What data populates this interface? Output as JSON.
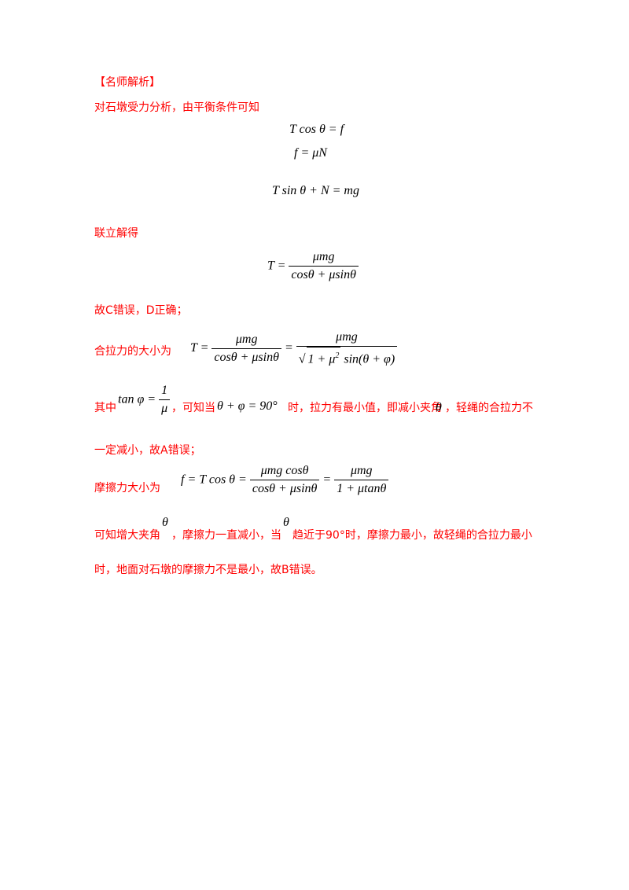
{
  "heading": "【名师解析】",
  "intro": "对石墩受力分析，由平衡条件可知",
  "eq1": "T cos θ = f",
  "eq2": "f = μN",
  "eq3": "T sin θ + N = mg",
  "solve_label": "联立解得",
  "eqT": {
    "lhs": "T =",
    "num": "μmg",
    "den": "cosθ + μsinθ"
  },
  "conclusion_cd": "故C错误，D正确；",
  "resultant_label": "合拉力的大小为",
  "eqR": {
    "lhs": "T =",
    "num1": "μmg",
    "den1": "cosθ + μsinθ",
    "eq": "=",
    "num2": "μmg",
    "den2_root": "1 + μ",
    "den2_exp": "2",
    "den2_rest": "sin(θ + φ)"
  },
  "where_label": "其中",
  "tanphi": {
    "lhs": "tan φ =",
    "num": "1",
    "den": "μ"
  },
  "cond_text_1": "，可知当",
  "cond_eq": "θ + φ = 90°",
  "cond_text_2": "时，拉力有最小值，即减小夹角",
  "theta_sym": "θ",
  "cond_text_3": "，轻绳的合拉力不",
  "conclusion_a": "一定减小，故A错误；",
  "friction_label": "摩擦力大小为",
  "eqF": {
    "lhs": "f = T cos θ =",
    "num1": "μmg cosθ",
    "den1": "cosθ + μsinθ",
    "eq": "=",
    "num2": "μmg",
    "den2": "1 + μtanθ"
  },
  "final_1": "可知增大夹角",
  "final_2": "，摩擦力一直减小，当",
  "final_3": "趋近于90°时，摩擦力最小，故轻绳的合拉力最小",
  "final_4": "时，地面对石墩的摩擦力不是最小，故B错误。"
}
